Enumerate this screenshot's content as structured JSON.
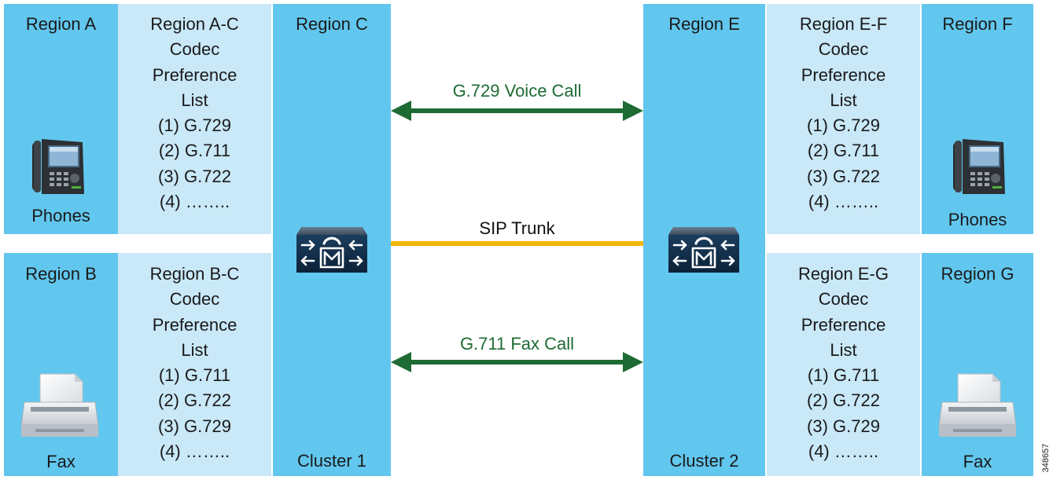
{
  "regions": {
    "a": {
      "title": "Region A",
      "device": "Phones"
    },
    "b": {
      "title": "Region B",
      "device": "Fax"
    },
    "c": {
      "title": "Region C",
      "cluster": "Cluster 1"
    },
    "e": {
      "title": "Region E",
      "cluster": "Cluster 2"
    },
    "f": {
      "title": "Region F",
      "device": "Phones"
    },
    "g": {
      "title": "Region G",
      "device": "Fax"
    }
  },
  "codec_lists": {
    "ac": {
      "title": [
        "Region A-C",
        "Codec",
        "Preference",
        "List"
      ],
      "items": [
        "(1) G.729",
        "(2) G.711",
        "(3) G.722",
        "(4) …….."
      ]
    },
    "bc": {
      "title": [
        "Region B-C",
        "Codec",
        "Preference",
        "List"
      ],
      "items": [
        "(1) G.711",
        "(2) G.722",
        "(3) G.729",
        "(4) …….."
      ]
    },
    "ef": {
      "title": [
        "Region E-F",
        "Codec",
        "Preference",
        "List"
      ],
      "items": [
        "(1) G.729",
        "(2) G.711",
        "(3) G.722",
        "(4) …….."
      ]
    },
    "eg": {
      "title": [
        "Region E-G",
        "Codec",
        "Preference",
        "List"
      ],
      "items": [
        "(1) G.711",
        "(2) G.722",
        "(3) G.729",
        "(4) …….."
      ]
    }
  },
  "links": {
    "voice": "G.729 Voice Call",
    "trunk": "SIP Trunk",
    "fax": "G.711 Fax Call"
  },
  "colors": {
    "region_dark": "#62c7ee",
    "region_light": "#c9e8f8",
    "call_arrow": "#1e6b34",
    "trunk_line": "#f5b800",
    "label_green": "#1e6b34"
  },
  "icons": {
    "phone": "ip-phone-icon",
    "fax": "fax-printer-icon",
    "cluster": "call-manager-icon"
  },
  "figure_code": "348657"
}
